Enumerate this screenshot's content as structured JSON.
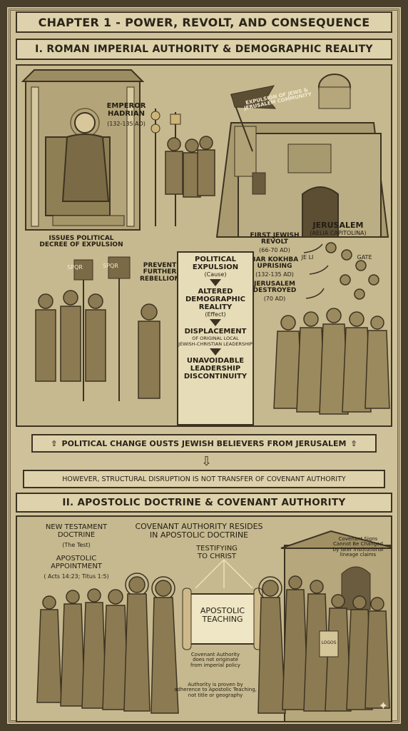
{
  "chapter_title": "CHAPTER 1 - POWER, REVOLT, AND CONSEQUENCE",
  "section1": {
    "title": "I. ROMAN IMPERIAL AUTHORITY & DEMOGRAPHIC REALITY",
    "hadrian": {
      "name": "EMPEROR\nHADRIAN",
      "dates": "(132-135 AD)"
    },
    "banner": "EXPULSION OF JEWS & JERUSALEM COMMUNITY",
    "jerusalem": {
      "name": "JERUSALEM",
      "alt": "(AELIA CAPITOLINA)",
      "gate_left": "JE LI",
      "gate_right": "GATE"
    },
    "decree": "ISSUES POLITICAL\nDECREE OF EXPULSION",
    "prevent": "PREVENT\nFURTHER\nREBELLION",
    "spqr": "SPQR",
    "events": [
      {
        "name": "FIRST JEWISH\nREVOLT",
        "date": "(66-70 AD)"
      },
      {
        "name": "BAR KOKHBA\nUPRISING",
        "date": "(132-135 AD)"
      },
      {
        "name": "JERUSALEM\nDESTROYED",
        "date": "(70 AD)"
      }
    ],
    "flow": [
      {
        "title": "POLITICAL\nEXPULSION",
        "sub": "(Cause)"
      },
      {
        "title": "ALTERED\nDEMOGRAPHIC\nREALITY",
        "sub": "(Effect)"
      },
      {
        "title": "DISPLACEMENT",
        "sub": "OF ORIGINAL LOCAL\nJEWISH-CHRISTIAN LEADERSHIP"
      },
      {
        "title": "UNAVOIDABLE\nLEADERSHIP\nDISCONTINUITY",
        "sub": ""
      }
    ]
  },
  "political_change": "POLITICAL CHANGE OUSTS JEWISH BELIEVERS FROM JERUSALEM",
  "however_text": "HOWEVER, STRUCTURAL DISRUPTION IS NOT TRANSFER OF COVENANT AUTHORITY",
  "section2": {
    "title": "II. APOSTOLIC DOCTRINE & COVENANT AUTHORITY",
    "nt_doctrine": "NEW TESTAMENT\nDOCTRINE",
    "the_test": "(The Test)",
    "appointment": "APOSTOLIC\nAPPOINTMENT",
    "appointment_ref": "( Acts 14:23; Titus 1:5)",
    "resides": "COVENANT AUTHORITY RESIDES\nIN APOSTOLIC DOCTRINE",
    "testifying": "TESTIFYING\nTO CHRIST",
    "covenant_signs": "Covenant Signs\nCannot Be Changed\nby later institutional\nlineage claims",
    "scroll": "APOSTOLIC\nTEACHING",
    "note1": "Covenant Authority\ndoes not originate\nfrom imperial policy",
    "note2": "Authority is proven by\nadherence to Apostolic Teaching,\nnot title or geography",
    "book": "LOGOS"
  },
  "colors": {
    "parchment": "#cfc29a",
    "ink": "#2b2418",
    "frame": "#4a3f2b"
  }
}
